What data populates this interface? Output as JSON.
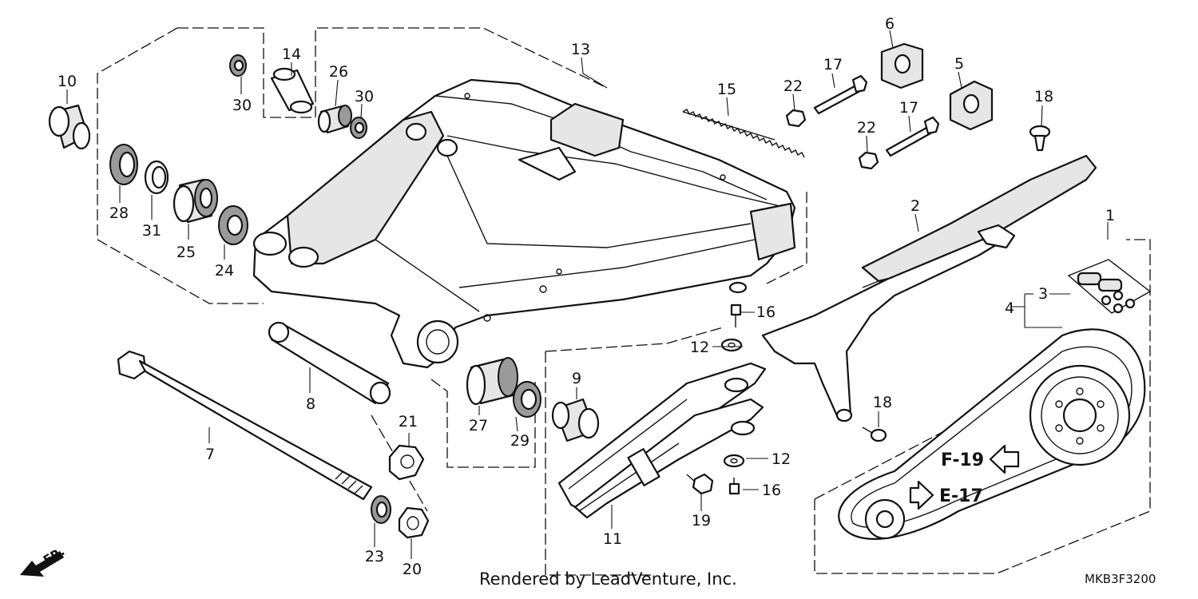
{
  "labels": {
    "n1": "1",
    "n2": "2",
    "n3": "3",
    "n4": "4",
    "n5": "5",
    "n6": "6",
    "n7": "7",
    "n8": "8",
    "n9": "9",
    "n10": "10",
    "n11": "11",
    "n12a": "12",
    "n12b": "12",
    "n13": "13",
    "n14": "14",
    "n15": "15",
    "n16a": "16",
    "n16b": "16",
    "n17a": "17",
    "n17b": "17",
    "n18a": "18",
    "n18b": "18",
    "n19": "19",
    "n20": "20",
    "n21": "21",
    "n22a": "22",
    "n22b": "22",
    "n23": "23",
    "n24": "24",
    "n25": "25",
    "n26": "26",
    "n27": "27",
    "n28": "28",
    "n29": "29",
    "n30a": "30",
    "n30b": "30",
    "n31": "31"
  },
  "refs": {
    "f19": "F-19",
    "e17": "E-17"
  },
  "front_marker": "FR.",
  "footer": "Rendered by LeadVenture, Inc.",
  "diagram_code": "MKB3F3200"
}
